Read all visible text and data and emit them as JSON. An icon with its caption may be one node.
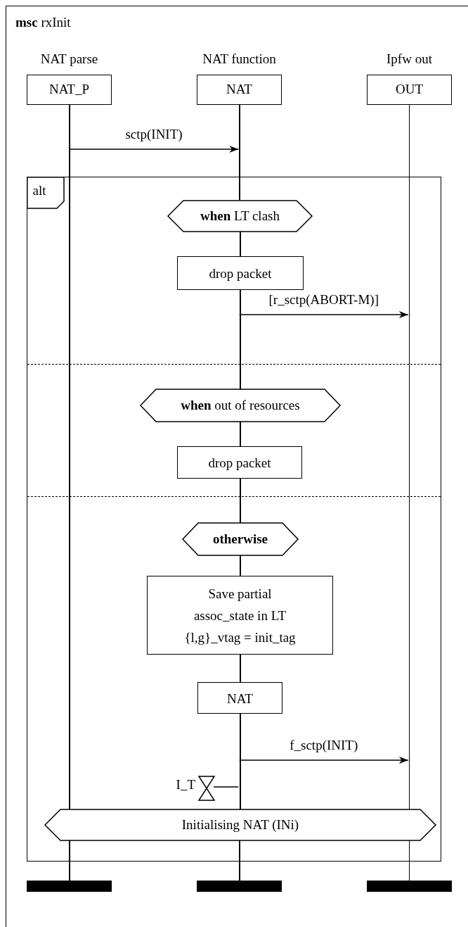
{
  "diagram": {
    "nodes": [
      {
        "text": [
          "**msc** rxInit"
        ]
      },
      {
        "text": [
          "NAT parse",
          "NAT_P"
        ],
        "in": 0
      },
      {
        "text": [
          "NAT function",
          "NAT"
        ],
        "in": 0
      },
      {
        "text": [
          "Ipfw out",
          "OUT"
        ],
        "in": 0
      },
      {
        "text": [
          "alt"
        ],
        "in": 0
      },
      {
        "text": [
          "**when** LT clash"
        ],
        "in": 4
      },
      {
        "text": [
          "drop packet"
        ],
        "in": 4
      },
      {
        "text": [
          "**when** out of resources"
        ],
        "in": 4
      },
      {
        "text": [
          "drop packet"
        ],
        "in": 4
      },
      {
        "text": [
          "otherwise"
        ],
        "in": 4
      },
      {
        "text": [
          "Save partial assoc_state in LT {l,g}_vtag = init_tag"
        ],
        "in": 4
      },
      {
        "text": [
          "NAT"
        ],
        "in": 4
      },
      {
        "text": [],
        "shape": "hourglass",
        "beside": [
          "I_T"
        ],
        "in": 4
      },
      {
        "text": [
          "Initialising NAT (INi)"
        ],
        "in": 4
      },
      {
        "text": [],
        "shape": "bar",
        "in": 0
      },
      {
        "text": [],
        "shape": "bar",
        "in": 0
      },
      {
        "text": [],
        "shape": "bar",
        "in": 0
      },
      {
        "text": [],
        "shape": "line",
        "in": 0
      },
      {
        "text": [],
        "shape": "line",
        "in": 0
      },
      {
        "text": [],
        "shape": "line",
        "in": 4
      },
      {
        "text": [],
        "shape": "line",
        "in": 4
      },
      {
        "text": [],
        "shape": "line",
        "in": 4
      },
      {
        "text": [],
        "shape": "line",
        "in": 4
      },
      {
        "text": [],
        "shape": "line",
        "in": 4
      },
      {
        "text": [],
        "shape": "line",
        "in": 4
      },
      {
        "text": [],
        "shape": "line",
        "in": 4
      },
      {
        "text": [],
        "shape": "line",
        "in": 0
      },
      {
        "text": [],
        "shape": "line",
        "in": 0
      }
    ],
    "edges": [
      {
        "from": 17,
        "to": 18,
        "arrow": "to",
        "label": "sctp(INIT)"
      },
      {
        "from": 20,
        "to": 27,
        "arrow": "to",
        "label": "[r_sctp(ABORT-M)]"
      },
      {
        "from": 25,
        "to": 27,
        "arrow": "to",
        "label": "f_sctp(INIT)"
      },
      {
        "from": 25,
        "to": 12,
        "arrow": "none"
      }
    ]
  }
}
